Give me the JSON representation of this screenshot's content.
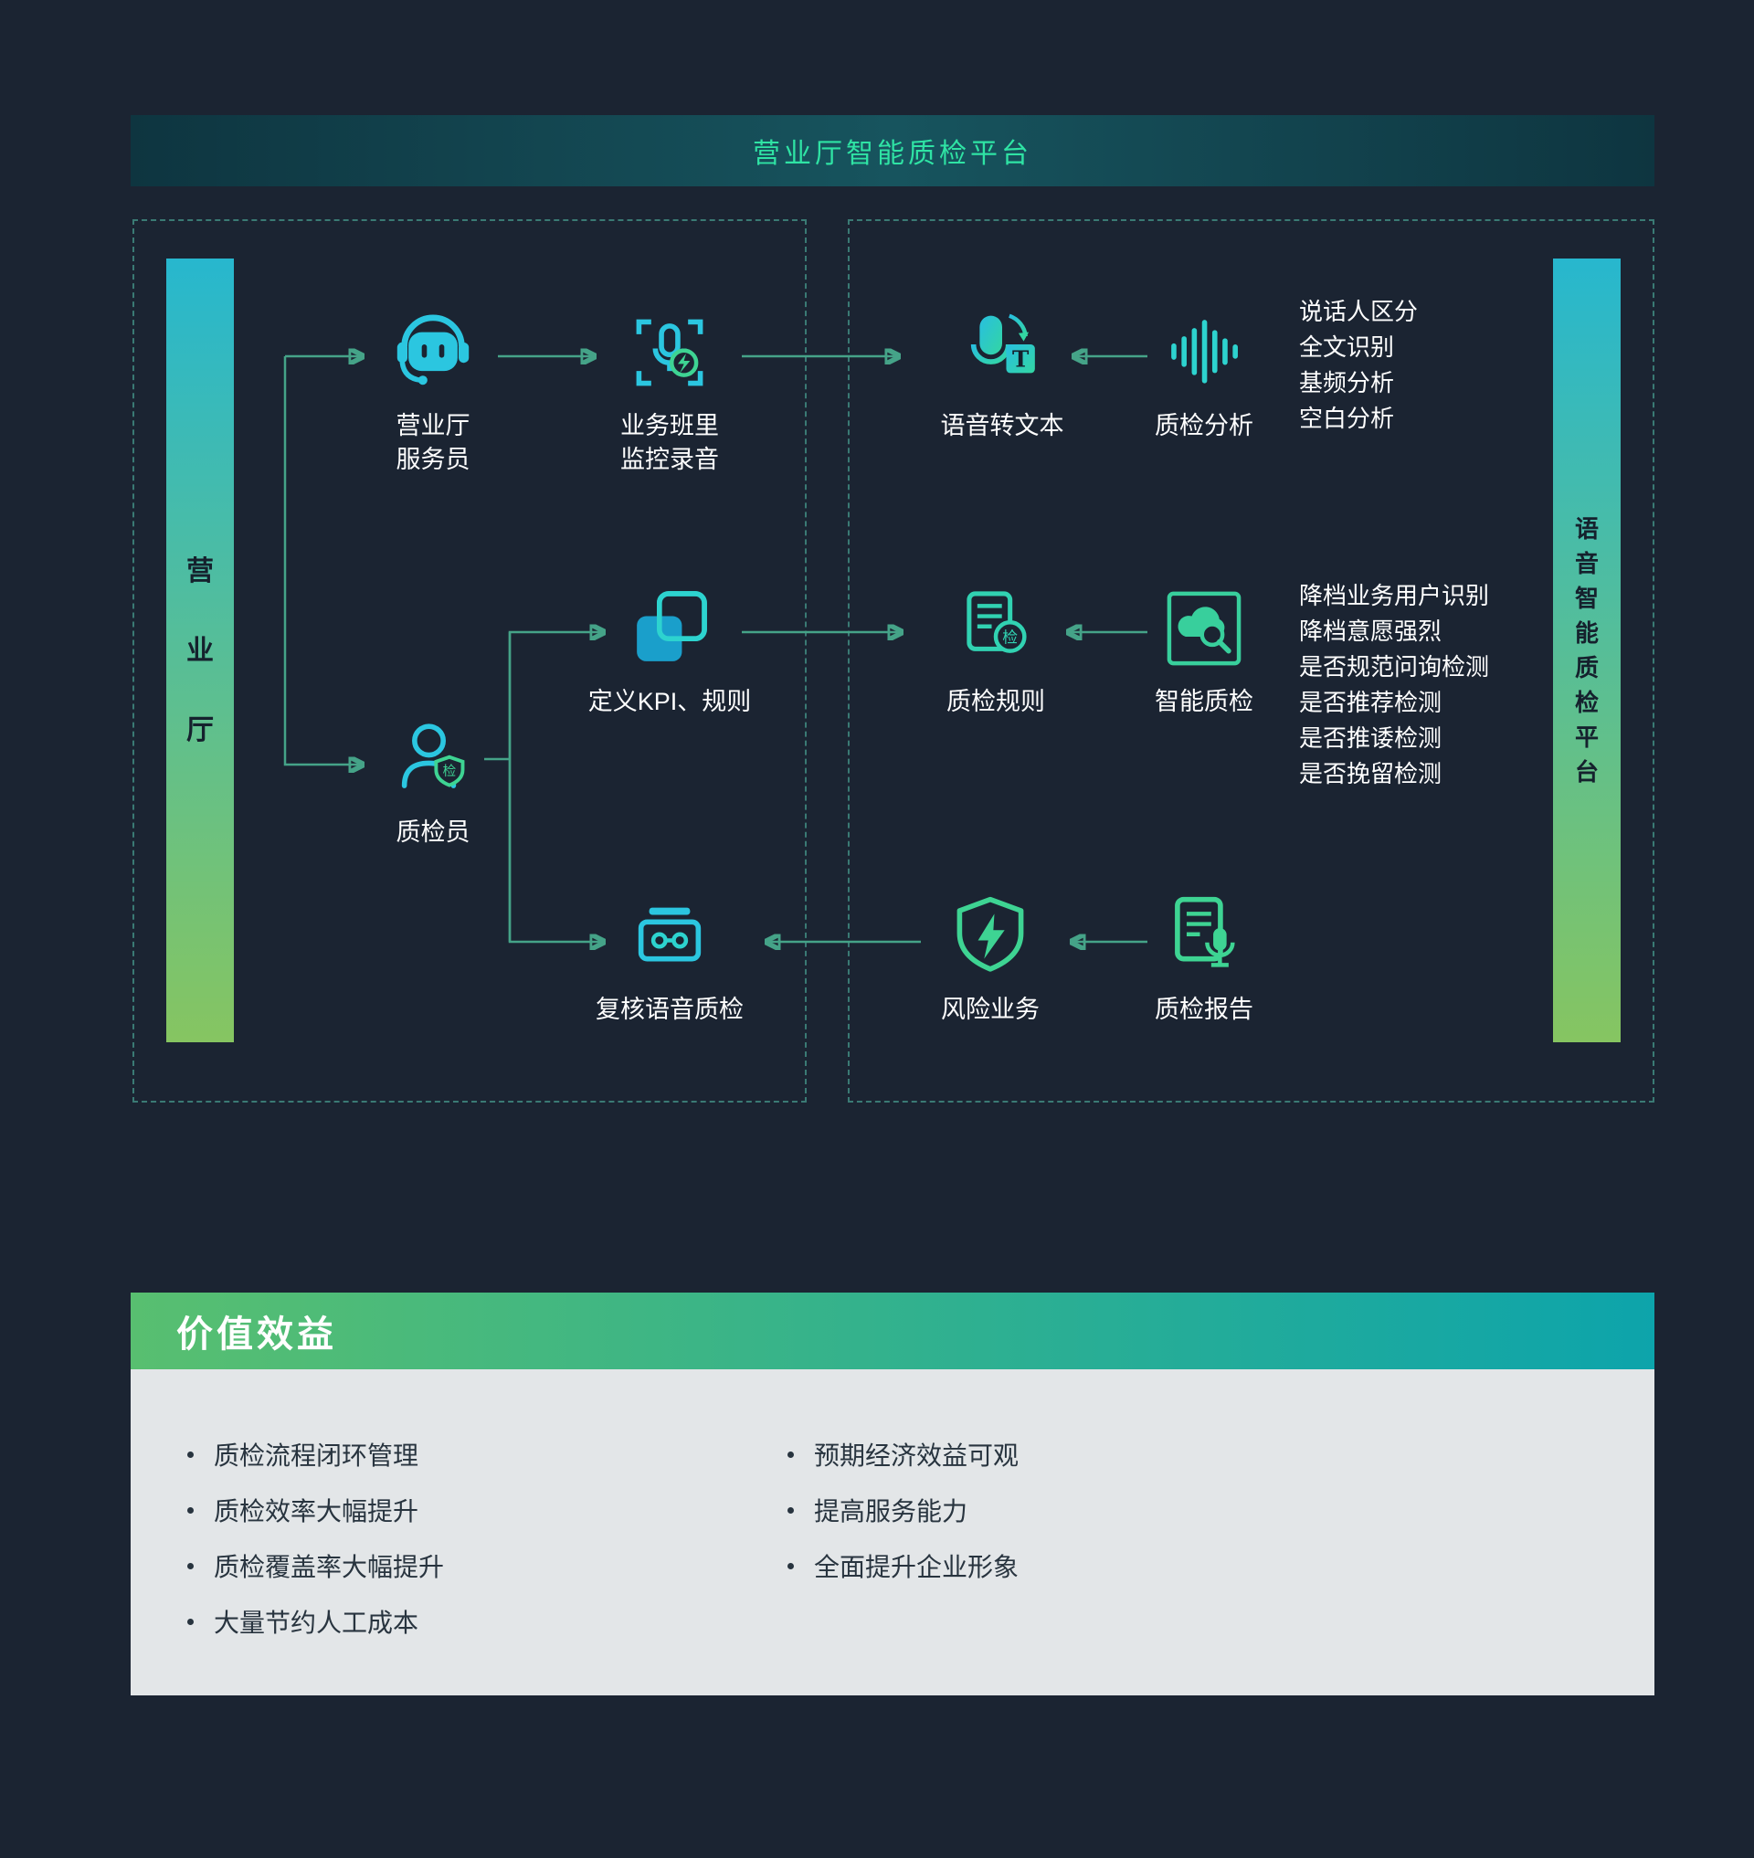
{
  "banner": {
    "title": "营业厅智能质检平台"
  },
  "left_bar": {
    "label": "营业厅"
  },
  "right_bar": {
    "label": "语音智能质检平台"
  },
  "nodes": {
    "agent": {
      "lines": [
        "营业厅",
        "服务员"
      ]
    },
    "monitor": {
      "lines": [
        "业务班里",
        "监控录音"
      ]
    },
    "stt": {
      "label": "语音转文本"
    },
    "analysis": {
      "label": "质检分析"
    },
    "kpi": {
      "label": "定义KPI、规则"
    },
    "rule": {
      "label": "质检规则"
    },
    "smart": {
      "label": "智能质检"
    },
    "inspector": {
      "label": "质检员"
    },
    "review": {
      "label": "复核语音质检"
    },
    "risk": {
      "label": "风险业务"
    },
    "report": {
      "label": "质检报告"
    }
  },
  "analysis_features": [
    "说话人区分",
    "全文识别",
    "基频分析",
    "空白分析"
  ],
  "smart_features": [
    "降档业务用户识别",
    "降档意愿强烈",
    "是否规范问询检测",
    "是否推荐检测",
    "是否推诿检测",
    "是否挽留检测"
  ],
  "benefits": {
    "title": "价值效益",
    "left": [
      "质检流程闭环管理",
      "质检效率大幅提升",
      "质检覆盖率大幅提升",
      "大量节约人工成本"
    ],
    "right": [
      "预期经济效益可观",
      "提高服务能力",
      "全面提升企业形象"
    ]
  },
  "badges": {
    "stt_letter": "T",
    "rule_badge": "检",
    "inspector_badge": "检"
  },
  "icons": {
    "agent": "headset-agent-icon",
    "monitor": "record-viewfinder-mic-icon",
    "stt": "speech-to-text-icon",
    "analysis": "waveform-icon",
    "kpi": "overlapping-squares-icon",
    "rule": "document-check-badge-icon",
    "smart": "cloud-magnifier-icon",
    "inspector": "person-shield-icon",
    "review": "player-reels-icon",
    "risk": "shield-lightning-icon",
    "report": "report-microphone-icon"
  },
  "colors": {
    "background": "#1b2432",
    "cyan": "#2bc6e0",
    "teal": "#2dd3cf",
    "green": "#3ed493",
    "arrow": "#45a388",
    "banner_text": "#2fe3a4",
    "bar_gradient_top": "#27b7ce",
    "bar_gradient_bottom": "#86c561",
    "benefits_gradient_left": "#58bf70",
    "benefits_gradient_right": "#0da4ab",
    "benefits_body": "#e3e6e8"
  }
}
